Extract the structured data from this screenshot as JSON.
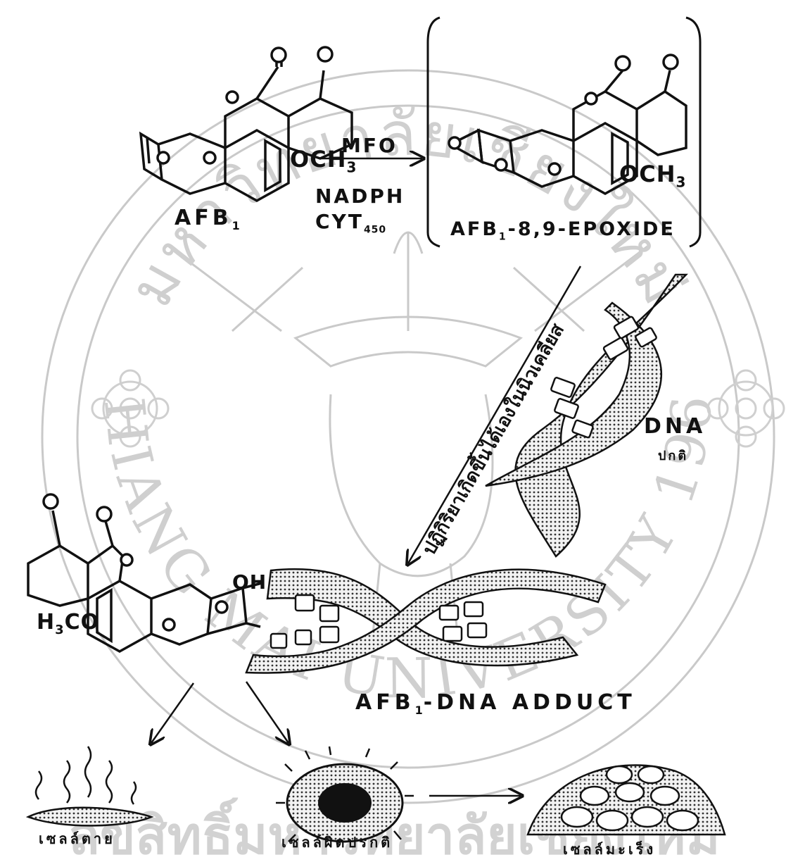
{
  "watermark": {
    "arc_top_thai": "มหาวิทยาลัยเชียงใหม่",
    "arc_bottom_en": "CHIANG MAI UNIVERSITY 1964",
    "footer_thai": "ลิขสิทธิ์มหาวิทยาลัยเชียงใหม่"
  },
  "labels": {
    "afb1": "AFB",
    "afb1_sub": "1",
    "mfo": "MFO",
    "nadph": "NADPH",
    "cyt": "CYT",
    "cyt_sub": "450",
    "och3_left": "OCH",
    "och3_left_sub": "3",
    "och3_right": "OCH",
    "och3_right_sub": "3",
    "epoxide": "AFB",
    "epoxide_sub": "1",
    "epoxide_rest": "-8,9-EPOXIDE",
    "diag_thai": "ปฏิกิริยาเกิดขึ้นได้เองในนิวเคลียส",
    "dna": "DNA",
    "dna_thai": "ปกติ",
    "oh": "OH",
    "h3co_h": "H",
    "h3co_sub": "3",
    "h3co_rest": "CO",
    "adduct": "AFB",
    "adduct_sub": "1",
    "adduct_rest": "-DNA ADDUCT",
    "cell_dead": "เซลล์ตาย",
    "cell_abnormal": "เซลล์ผิดปรกติ",
    "cell_cancer": "เซลล์มะเร็ง"
  }
}
